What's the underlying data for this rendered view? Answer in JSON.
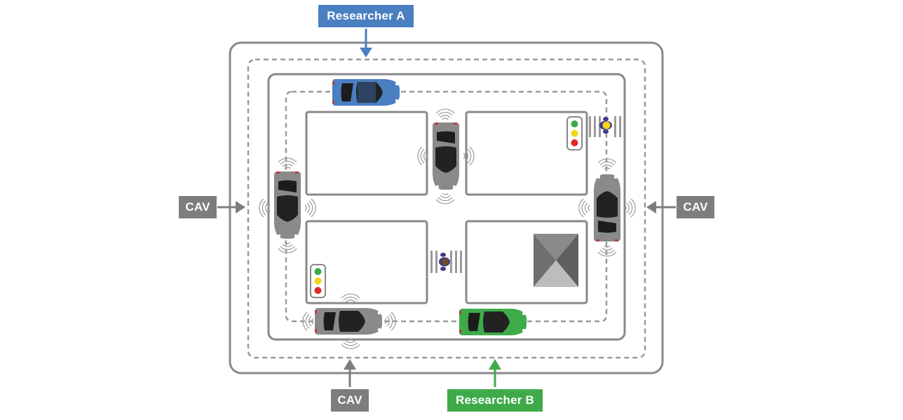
{
  "labels": {
    "researcher_a": "Researcher A",
    "researcher_b": "Researcher B",
    "cav_left": "CAV",
    "cav_right": "CAV",
    "cav_bottom": "CAV"
  },
  "colors": {
    "road": "#888888",
    "cav_label": "#7d7d7d",
    "researcher_a": "#4a7fc1",
    "researcher_b": "#3faa4a",
    "car_gray": "#8a8a8a",
    "light_green": "#3aaa4a",
    "light_yellow": "#f2d516",
    "light_red": "#e0282a"
  },
  "icons": {
    "car": "car-icon",
    "traffic_light": "traffic-light-icon",
    "pedestrian": "pedestrian-icon",
    "building": "pyramid-roof-building-icon",
    "sensor": "sensor-wave-icon"
  }
}
